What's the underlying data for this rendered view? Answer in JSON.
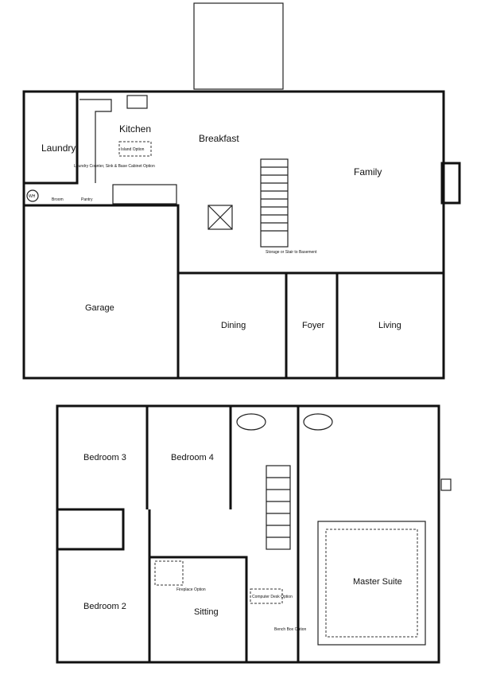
{
  "first_floor": {
    "rooms": {
      "kitchen": "Kitchen",
      "breakfast": "Breakfast",
      "laundry": "Laundry",
      "family": "Family",
      "garage": "Garage",
      "dining": "Dining",
      "foyer": "Foyer",
      "living": "Living"
    },
    "notes": {
      "island": "Island Option",
      "laundry_counter": "Laundry Counter, Sink & Base Cabinet Option",
      "broom": "Broom",
      "pantry": "Pantry",
      "wh": "WH",
      "storage": "Storage or Stair to Basement"
    }
  },
  "second_floor": {
    "rooms": {
      "bedroom3": "Bedroom 3",
      "bedroom4": "Bedroom 4",
      "bedroom2": "Bedroom 2",
      "sitting": "Sitting",
      "master": "Master Suite"
    },
    "notes": {
      "fireplace": "Fireplace Option",
      "computer_desk": "Computer Desk Option",
      "bench_box": "Bench Box Option"
    }
  }
}
